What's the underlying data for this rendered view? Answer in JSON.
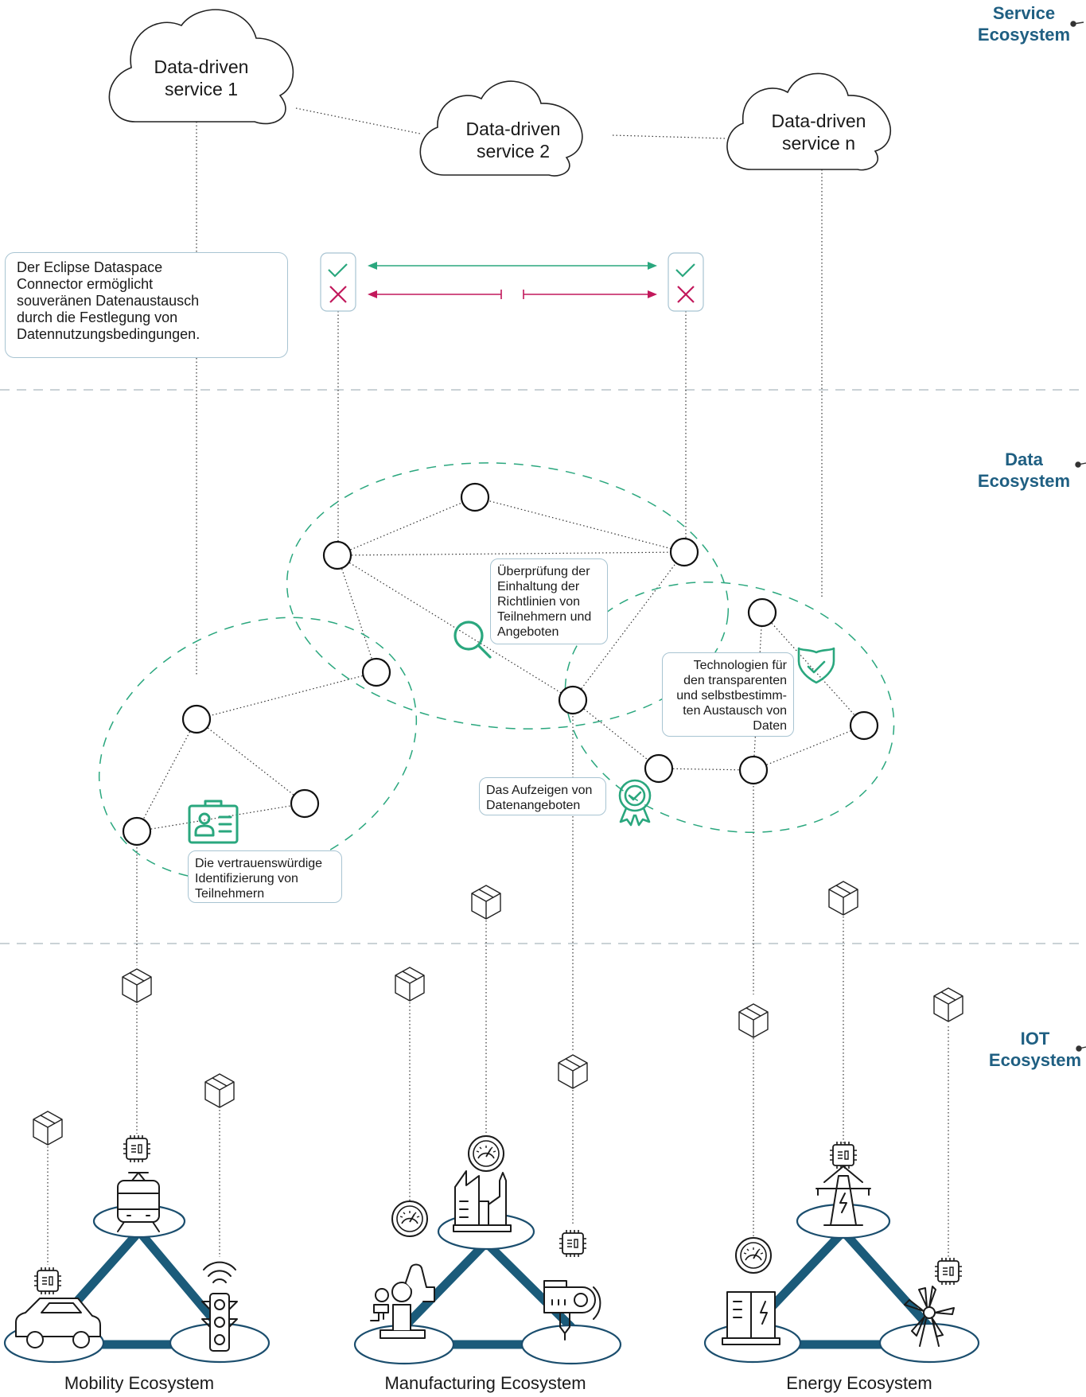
{
  "layers": {
    "service": {
      "line1": "Service",
      "line2": "Ecosystem"
    },
    "data": {
      "line1": "Data",
      "line2": "Ecosystem"
    },
    "iot": {
      "line1": "IOT",
      "line2": "Ecosystem"
    }
  },
  "clouds": [
    {
      "line1": "Data-driven",
      "line2": "service 1"
    },
    {
      "line1": "Data-driven",
      "line2": "service 2"
    },
    {
      "line1": "Data-driven",
      "line2": "service n"
    }
  ],
  "callouts": {
    "connector": {
      "line1": "Der Eclipse Dataspace",
      "line2": "Connector ermöglicht",
      "line3": "souveränen Datenaustausch",
      "line4": "durch die Festlegung von",
      "line5": "Datennutzungsbedingungen."
    },
    "verification": {
      "line1": "Überprüfung der",
      "line2": "Einhaltung der",
      "line3": "Richtlinien von",
      "line4": "Teilnehmern und",
      "line5": "Angeboten"
    },
    "technologies": {
      "line1": "Technologien für",
      "line2": "den transparenten",
      "line3": "und selbstbestimm-",
      "line4": "ten Austausch von",
      "line5": "Daten"
    },
    "offers": {
      "line1": "Das Aufzeigen von",
      "line2": "Datenangeboten"
    },
    "identification": {
      "line1": "Die vertrauenswürdige",
      "line2": "Identifizierung von",
      "line3": "Teilnehmern"
    }
  },
  "ecosystems": {
    "mobility": "Mobility Ecosystem",
    "manufacturing": "Manufacturing Ecosystem",
    "energy": "Energy Ecosystem"
  },
  "colors": {
    "accent_green": "#2aa77e",
    "accent_red": "#c2185b",
    "brand_blue": "#1f5f82",
    "triangle_blue": "#1b5b7a",
    "connector_orange": "#e8833a"
  },
  "icons": [
    "check-icon",
    "cross-icon",
    "plant-icon",
    "magnifier-icon",
    "shield-check-icon",
    "badge-icon",
    "id-card-icon",
    "cube-icon",
    "chip-icon",
    "gauge-icon",
    "train-icon",
    "car-icon",
    "traffic-light-icon",
    "factory-icon",
    "robot-arm-icon",
    "machine-icon",
    "power-tower-icon",
    "battery-icon",
    "wind-turbine-icon"
  ]
}
